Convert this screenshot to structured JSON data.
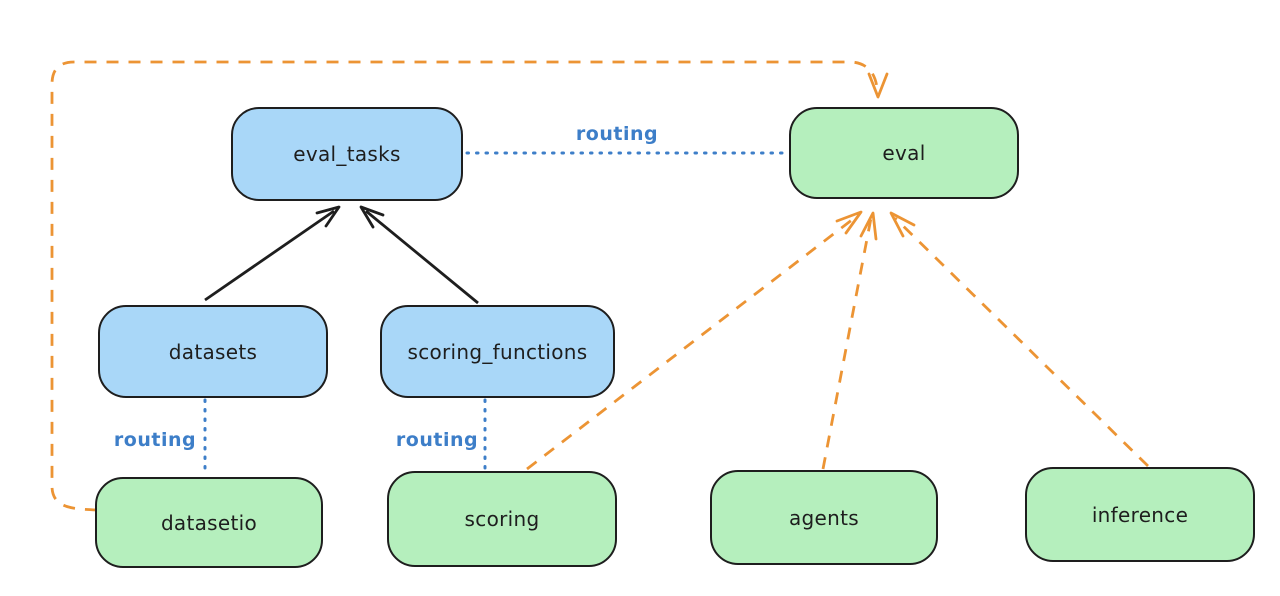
{
  "diagram_type": "architecture-routing-diagram",
  "nodes": {
    "eval_tasks": {
      "label": "eval_tasks",
      "fill": "blue"
    },
    "eval": {
      "label": "eval",
      "fill": "green"
    },
    "datasets": {
      "label": "datasets",
      "fill": "blue"
    },
    "scoring_functions": {
      "label": "scoring_functions",
      "fill": "blue"
    },
    "datasetio": {
      "label": "datasetio",
      "fill": "green"
    },
    "scoring": {
      "label": "scoring",
      "fill": "green"
    },
    "agents": {
      "label": "agents",
      "fill": "green"
    },
    "inference": {
      "label": "inference",
      "fill": "green"
    }
  },
  "edge_labels": {
    "routing_top": "routing",
    "routing_datasets": "routing",
    "routing_scoring": "routing"
  },
  "edges": [
    {
      "from": "datasets",
      "to": "eval_tasks",
      "style": "solid-arrow",
      "color": "black"
    },
    {
      "from": "scoring_functions",
      "to": "eval_tasks",
      "style": "solid-arrow",
      "color": "black"
    },
    {
      "from": "eval_tasks",
      "to": "eval",
      "style": "dotted-line",
      "color": "blue",
      "label": "routing"
    },
    {
      "from": "datasets",
      "to": "datasetio",
      "style": "dotted-line",
      "color": "blue",
      "label": "routing"
    },
    {
      "from": "scoring_functions",
      "to": "scoring",
      "style": "dotted-line",
      "color": "blue",
      "label": "routing"
    },
    {
      "from": "datasetio",
      "to": "eval",
      "style": "dashed-arrow",
      "color": "orange",
      "route": "left-and-over-top"
    },
    {
      "from": "scoring",
      "to": "eval",
      "style": "dashed-arrow",
      "color": "orange"
    },
    {
      "from": "agents",
      "to": "eval",
      "style": "dashed-arrow",
      "color": "orange"
    },
    {
      "from": "inference",
      "to": "eval",
      "style": "dashed-arrow",
      "color": "orange"
    }
  ],
  "colors": {
    "background": "#ffffff",
    "node_stroke": "#1e1e1e",
    "blue_node_fill": "#a9d7f8",
    "green_node_fill": "#b5efbd",
    "routing_blue": "#3d7ec8",
    "provider_orange": "#ec9434"
  }
}
